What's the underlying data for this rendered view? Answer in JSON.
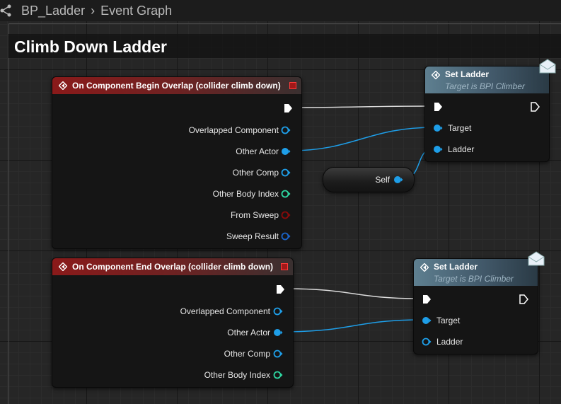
{
  "breadcrumb": {
    "blueprint": "BP_Ladder",
    "graph": "Event Graph"
  },
  "comment": {
    "title": "Climb Down Ladder"
  },
  "event_begin": {
    "title": "On Component Begin Overlap (collider climb down)",
    "pins": [
      "Overlapped Component",
      "Other Actor",
      "Other Comp",
      "Other Body Index",
      "From Sweep",
      "Sweep Result"
    ]
  },
  "event_end": {
    "title": "On Component End Overlap (collider climb down)",
    "pins": [
      "Overlapped Component",
      "Other Actor",
      "Other Comp",
      "Other Body Index"
    ]
  },
  "set_ladder_1": {
    "title": "Set Ladder",
    "subtitle": "Target is BPI Climber",
    "pins": [
      "Target",
      "Ladder"
    ]
  },
  "set_ladder_2": {
    "title": "Set Ladder",
    "subtitle": "Target is BPI Climber",
    "pins": [
      "Target",
      "Ladder"
    ]
  },
  "self_node": {
    "label": "Self"
  },
  "colors": {
    "object_pin": "#1e9ee8",
    "int_pin": "#2ed8a2",
    "bool_pin": "#8a0a0a",
    "struct_pin": "#1a63c8",
    "exec_wire": "#dcdcdc",
    "event_header": "#8a1a1a",
    "function_header": "#5e7f90"
  }
}
